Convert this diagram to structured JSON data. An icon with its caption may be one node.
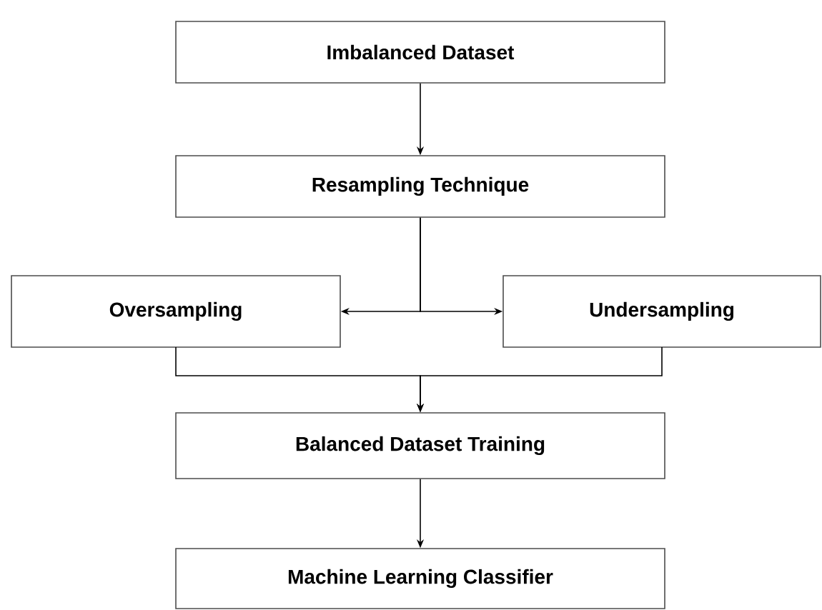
{
  "diagram": {
    "nodes": [
      {
        "text": [
          "Imbalanced Dataset"
        ]
      },
      {
        "text": [
          "Resampling Technique"
        ]
      },
      {
        "text": [
          "Oversampling"
        ]
      },
      {
        "text": [
          "Undersampling"
        ]
      },
      {
        "text": [
          "Balanced Dataset Training"
        ]
      },
      {
        "text": [
          "Machine Learning Classifier"
        ]
      }
    ],
    "edges": [
      {
        "from": 0,
        "to": 1,
        "arrow": "to"
      },
      {
        "from": 1,
        "to": 2,
        "arrow": "to"
      },
      {
        "from": 1,
        "to": 3,
        "arrow": "to"
      },
      {
        "from": 2,
        "to": 4,
        "arrow": "to"
      },
      {
        "from": 3,
        "to": 4,
        "arrow": "to"
      },
      {
        "from": 4,
        "to": 5,
        "arrow": "to"
      }
    ]
  }
}
